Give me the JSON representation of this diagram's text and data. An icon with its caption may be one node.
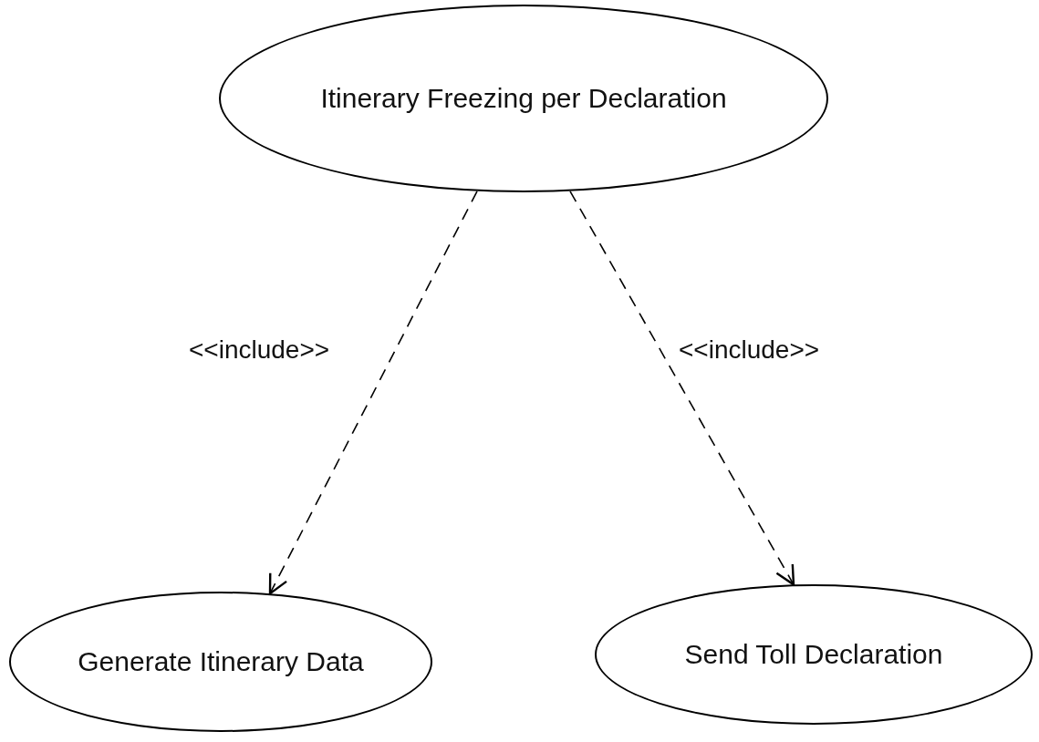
{
  "diagram": {
    "nodes": [
      {
        "text": [
          "Itinerary Freezing per Declaration"
        ]
      },
      {
        "text": [
          "Generate Itinerary Data"
        ]
      },
      {
        "text": [
          "Send Toll Declaration"
        ]
      }
    ],
    "edges": [
      {
        "from": 0,
        "to": 1,
        "arrow": "to",
        "style": "dashed",
        "label": "<<include>>"
      },
      {
        "from": 0,
        "to": 2,
        "arrow": "to",
        "style": "dashed",
        "label": "<<include>>"
      }
    ]
  }
}
